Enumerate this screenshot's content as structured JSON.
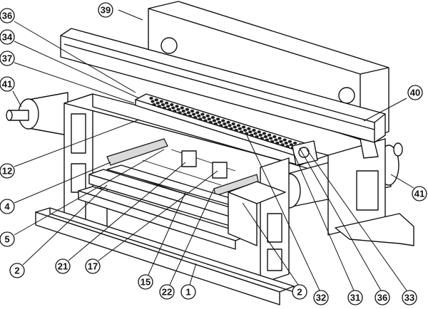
{
  "callouts": [
    {
      "id": "c39",
      "label": "39"
    },
    {
      "id": "c36a",
      "label": "36"
    },
    {
      "id": "c34",
      "label": "34"
    },
    {
      "id": "c37",
      "label": "37"
    },
    {
      "id": "c41a",
      "label": "41"
    },
    {
      "id": "c40",
      "label": "40"
    },
    {
      "id": "c12",
      "label": "12"
    },
    {
      "id": "c4",
      "label": "4"
    },
    {
      "id": "c5",
      "label": "5"
    },
    {
      "id": "c2a",
      "label": "2"
    },
    {
      "id": "c21",
      "label": "21"
    },
    {
      "id": "c17",
      "label": "17"
    },
    {
      "id": "c15",
      "label": "15"
    },
    {
      "id": "c22",
      "label": "22"
    },
    {
      "id": "c1",
      "label": "1"
    },
    {
      "id": "c2b",
      "label": "2"
    },
    {
      "id": "c32",
      "label": "32"
    },
    {
      "id": "c31",
      "label": "31"
    },
    {
      "id": "c36b",
      "label": "36"
    },
    {
      "id": "c33",
      "label": "33"
    },
    {
      "id": "c41b",
      "label": "41"
    }
  ]
}
